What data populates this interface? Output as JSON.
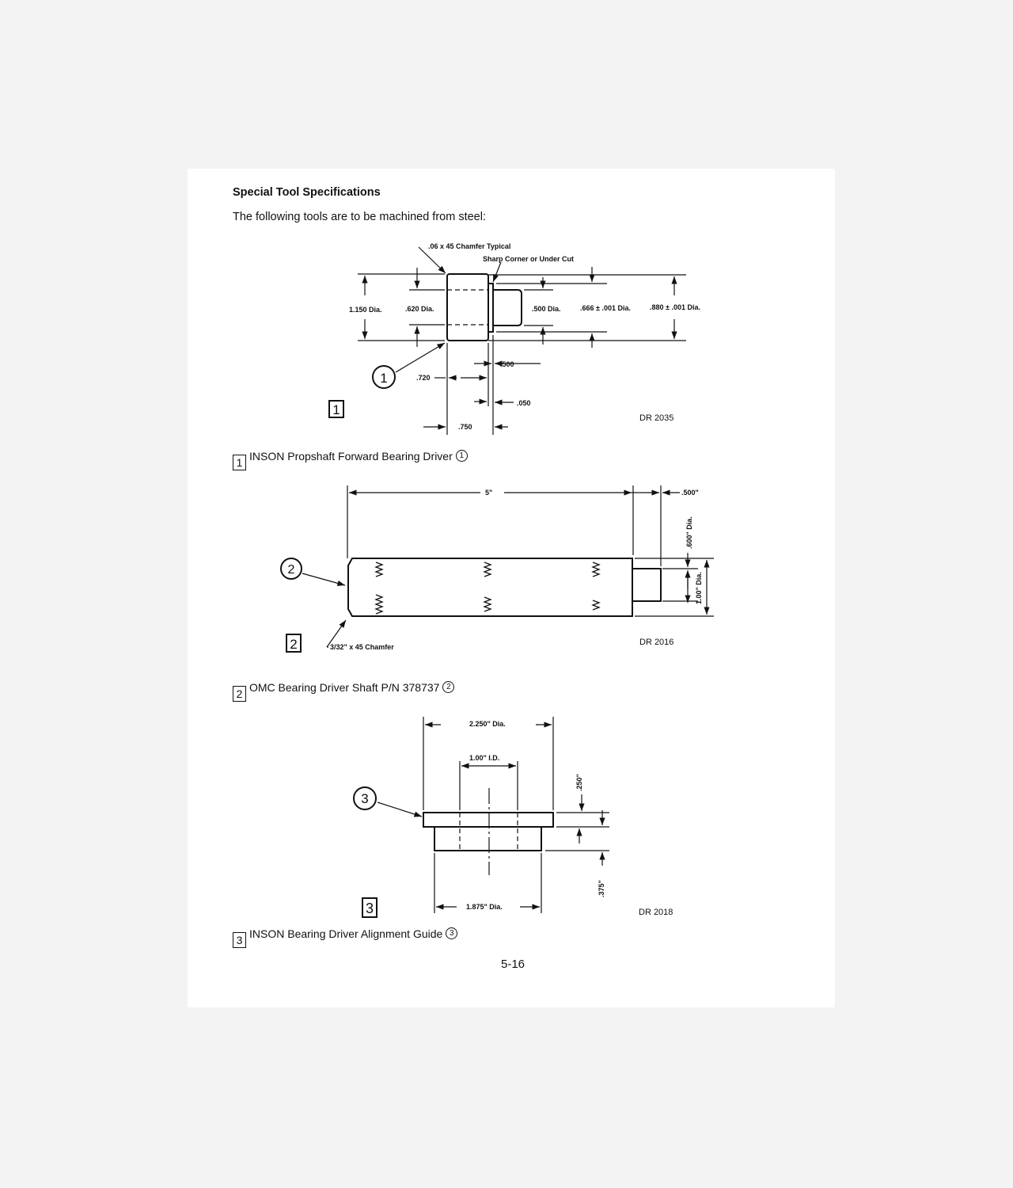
{
  "heading": "Special Tool Specifications",
  "intro": "The following tools are to be machined from steel:",
  "figure1": {
    "labels": {
      "chamfer": ".06 x 45  Chamfer Typical",
      "sharp_corner": "Sharp Corner or Under Cut",
      "d1150": "1.150 Dia.",
      "d620": ".620 Dia.",
      "d500": ".500 Dia.",
      "d666": ".666 ± .001 Dia.",
      "d880": ".880 ± .001 Dia.",
      "l500": ".500",
      "l720": ".720",
      "l050": ".050",
      "l750": ".750",
      "callout": "1",
      "box": "1",
      "dr": "DR 2035"
    },
    "caption": {
      "box": "1",
      "text": "INSON Propshaft Forward Bearing Driver",
      "circle": "1"
    }
  },
  "figure2": {
    "labels": {
      "len5": "5\"",
      "len500": ".500\"",
      "d600": ".600\" Dia.",
      "d100": "1.00\" Dia.",
      "callout": "2",
      "box": "2",
      "chamfer": "3/32\" x 45  Chamfer",
      "dr": "DR 2016"
    },
    "caption": {
      "box": "2",
      "text": "OMC Bearing Driver Shaft P/N 378737",
      "circle": "2"
    }
  },
  "figure3": {
    "labels": {
      "d2250": "2.250\" Dia.",
      "id100": "1.00\" I.D.",
      "t250": ".250\"",
      "t375": ".375\"",
      "d1875": "1.875\" Dia.",
      "callout": "3",
      "box": "3",
      "dr": "DR 2018"
    },
    "caption": {
      "box": "3",
      "text": "INSON Bearing Driver Alignment Guide",
      "circle": "3"
    }
  },
  "page_number": "5-16"
}
